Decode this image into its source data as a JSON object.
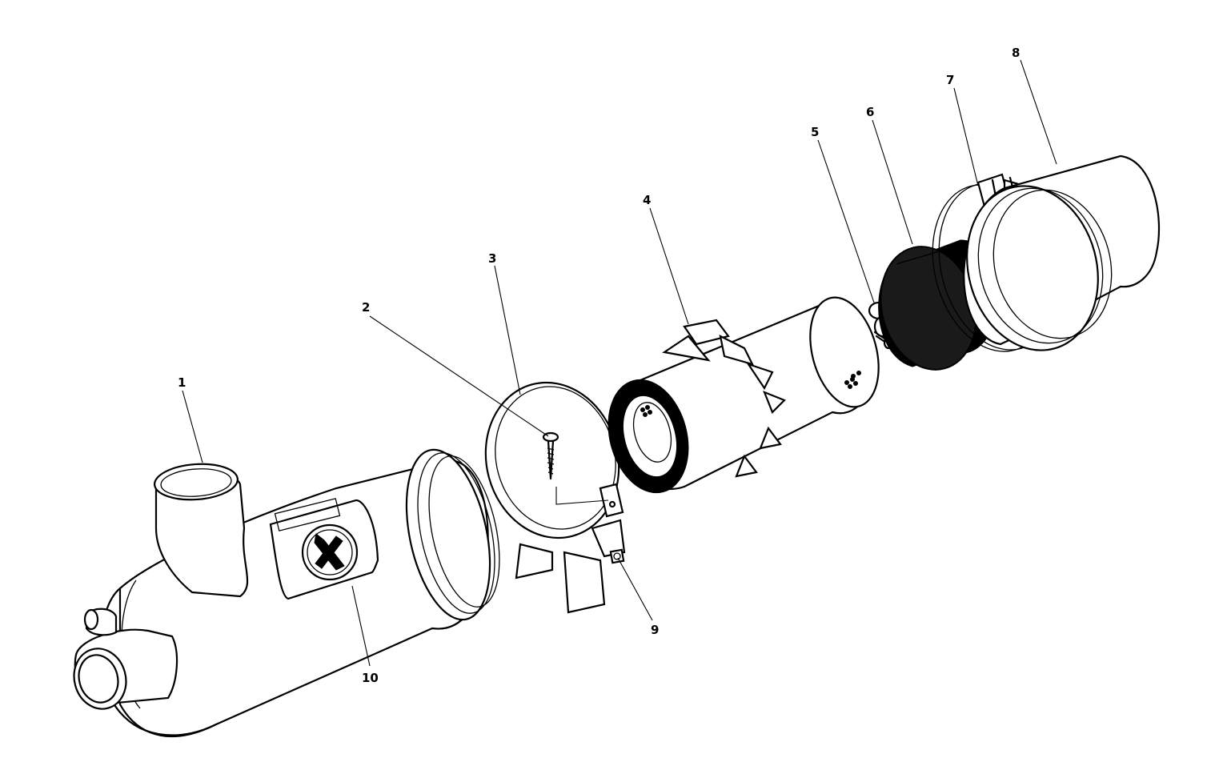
{
  "callouts": [
    {
      "id": "1",
      "label": "1"
    },
    {
      "id": "2",
      "label": "2"
    },
    {
      "id": "3",
      "label": "3"
    },
    {
      "id": "4",
      "label": "4"
    },
    {
      "id": "5",
      "label": "5"
    },
    {
      "id": "6",
      "label": "6"
    },
    {
      "id": "7",
      "label": "7"
    },
    {
      "id": "8",
      "label": "8"
    },
    {
      "id": "9",
      "label": "9"
    },
    {
      "id": "10",
      "label": "10"
    }
  ],
  "parts": [
    {
      "ref": "1",
      "icon": "air-cleaner-housing"
    },
    {
      "ref": "2",
      "icon": "screw"
    },
    {
      "ref": "3",
      "icon": "end-cover"
    },
    {
      "ref": "4",
      "icon": "primary-filter-element"
    },
    {
      "ref": "5",
      "icon": "wing-nut"
    },
    {
      "ref": "6",
      "icon": "secondary-filter-element"
    },
    {
      "ref": "7",
      "icon": "band-clamp"
    },
    {
      "ref": "8",
      "icon": "dust-cup"
    },
    {
      "ref": "9",
      "icon": "nut"
    },
    {
      "ref": "10",
      "icon": "warning-decal"
    }
  ],
  "colors": {
    "ink": "#000000",
    "background": "#ffffff"
  }
}
